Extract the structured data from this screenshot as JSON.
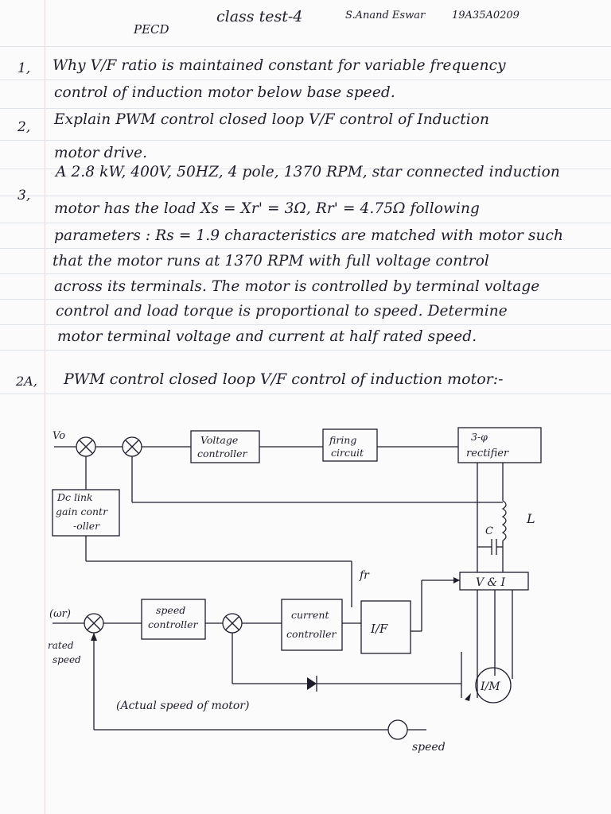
{
  "header": {
    "subject": "PECD",
    "test": "class test-4",
    "name": "S.Anand Eswar",
    "roll": "19A35A0209"
  },
  "questions": [
    {
      "number": "1,",
      "lines": [
        "Why V/F ratio is maintained constant for variable frequency",
        "control of induction motor below base speed."
      ]
    },
    {
      "number": "2,",
      "lines": [
        "Explain PWM control closed loop V/F control of Induction",
        "motor drive."
      ]
    },
    {
      "number": "3,",
      "lines": [
        "A 2.8 kW, 400V, 50HZ, 4 pole, 1370 RPM, star connected induction",
        "motor has the load Xs = Xr' = 3Ω, Rr' = 4.75Ω following",
        "parameters : Rs = 1.9 characteristics are matched with motor such",
        "that the motor runs at 1370 RPM with full voltage control",
        "across its terminals. The motor is controlled by terminal voltage",
        "control and load torque is proportional to speed. Determine",
        "motor terminal voltage and current at half rated speed."
      ]
    }
  ],
  "answer": {
    "number": "2A,",
    "title": "PWM control closed loop V/F control of induction motor:-"
  },
  "diagram": {
    "labels": {
      "vo": "Vo",
      "voltage_controller_1": "Voltage",
      "voltage_controller_2": "controller",
      "firing_circuit_1": "firing",
      "firing_circuit_2": "circuit",
      "rectifier_1": "3-φ",
      "rectifier_2": "rectifier",
      "dc_link_1": "Dc link",
      "dc_link_2": "gain contr",
      "dc_link_3": "-oller",
      "inductor": "L",
      "capacitor": "C",
      "fr": "fr",
      "vi_block": "V & I",
      "wr": "(ωr)",
      "rated_speed_1": "rated",
      "rated_speed_2": "speed",
      "speed_controller_1": "speed",
      "speed_controller_2": "controller",
      "current_controller_1": "current",
      "current_controller_2": "controller",
      "if_block": "I/F",
      "motor": "I/M",
      "actual_speed": "(Actual speed of motor)",
      "speed_sensor": "speed"
    }
  },
  "colors": {
    "ink": "#1f1d2c",
    "paper": "#fbfbfb",
    "ruling": "#dfe3ea"
  }
}
